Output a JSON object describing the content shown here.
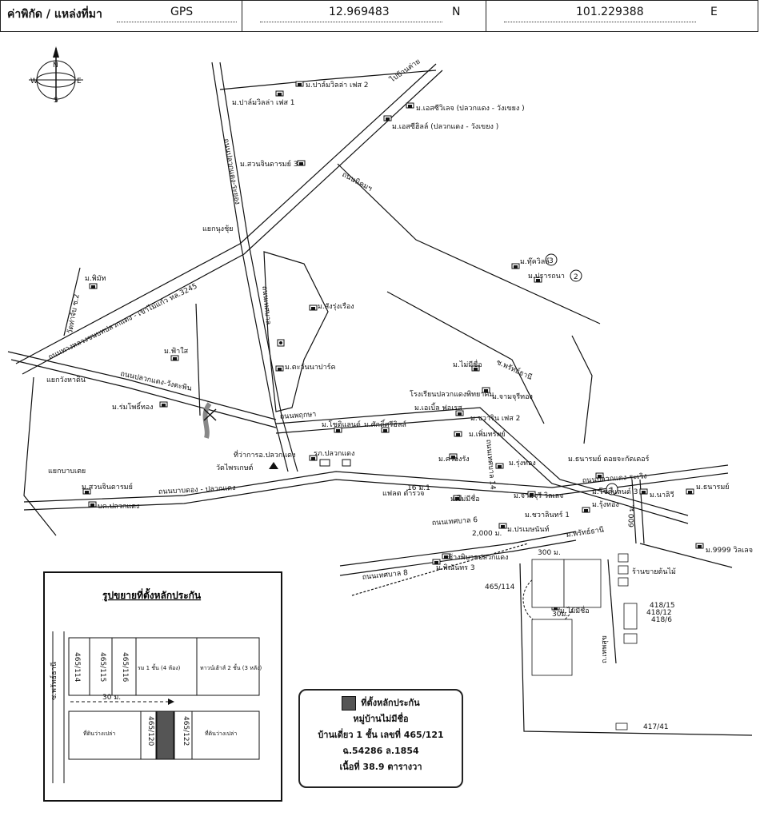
{
  "header": {
    "label": "ค่าพิกัด / แหล่งที่มา",
    "source": "GPS",
    "latitude": "12.969483",
    "lat_dir": "N",
    "longitude": "101.229388",
    "lon_dir": "E"
  },
  "compass": {
    "n": "N",
    "s": "S",
    "e": "E",
    "w": "W"
  },
  "roads": {
    "to_ban_khai": "ไปบ้านค่าย",
    "pluak_daeng_rayong": "ถนนปลวกแดง-ระยอง",
    "industrial_road": "ถนนนิคมฯ",
    "intersection_nong_khok": "แยกนุงชุ้ย",
    "main_hwy": "ถนนทางหลวงชนบทปลวกแดง - เขาไม้แก้ว ทล.3245",
    "wat_kai_cho": "วัดท่าจับ ช.2",
    "intersection_wang_sa": "แยกวังหาดิน",
    "pluak_daeng_nong_tabak": "ถนนปลวกแดง-วังตะพิน",
    "bang_phaeng_road": "ถนนเทศบาล",
    "baan_road": "ถนนบาบตอง - ปลวกแดง",
    "intersection_baan_toei": "แยกบาบเตย",
    "pkd_road": "ถนนพฤกษา",
    "rayong_road": "ถนนปลวกแดง-ระเวิง",
    "soi_thesaban6": "ถนนเทศบาล 6",
    "soi_thesaban8": "ถนนเทศบาล 8",
    "soi_14": "ถนนเทศบาล 14",
    "soi_16": "16 ม.1",
    "km2000": "2,000 ม.",
    "km300": "300 ม.",
    "km600": "600 ม.",
    "km30": "30ม.",
    "soi_phatthana": "ม.พรัทธ์ธานี",
    "soi_thepsuk": "ถ.เทพสุข",
    "wat_soi_side": "ซ.พรัทธ์ธานี"
  },
  "places": {
    "p1": "ม.ปาล์มวิลล่า เฟส 2",
    "p2": "ม.ปาล์มวิลล่า เฟส 1",
    "p3": "ม.เอสซีวิเลจ (ปลวกแดง - วังเขยง )",
    "p4": "ม.เอสซีฮิลล์ (ปลวกแดง - วังเขยง )",
    "p5": "ม.สวนจินดารมย์ 3",
    "p6": "ม.ทุ๊ควิลล์",
    "p7": "ม.ปรารถนา",
    "p8": "ม.พิมัท",
    "p9": "ม.สังรุ่งเรือง",
    "p10": "ม.ฟ้าใส",
    "p11": "ม.ตะวันนาปาร์ค",
    "p12": "ม.ไม่มีชื่อ",
    "p13": "ม.ร่มโพธิ์ทอง",
    "p14": "โรงเรียนปลวกแดงพิทยาคม",
    "p15": "ม.เอเบิ้ล ฟอเรส",
    "p16": "ม.จามจุรีทอง",
    "p17": "ม.ชวาริน เฟส 2",
    "p18": "ม.เพิ่มทรัพย์",
    "p19": "ม.โชติแลนด์",
    "p20": "ม.ศักดิ์ศรีฮิลล์",
    "p21": "ที่ว่าการอ.ปลวกแดง",
    "p22": "รภ.ปลวกแดง",
    "p23": "วัดไพรเกษต์",
    "p24": "ม.ครองรัง",
    "p25": "ม.รุ่งทอง",
    "p26": "ม.ธนารมย์ ดอยจะกัดเดอร์",
    "p27": "ม.สวนจินดารมย์",
    "p28": "บค.ปลวกแดง",
    "p29": "แฟลต ตำรวจ",
    "p30": "ม.ไม่มีชื่อ",
    "p31": "ม.ชวาลินทร์ 1",
    "p32": "ม.จามจุรี วิลเลจ",
    "p33": "ม.โชติแลนด์ 3",
    "p34": "ม.รุ้งทอง",
    "p35": "ม.นาลิวี",
    "p36": "ม.ธนารมย์",
    "p37": "ม.ปรเมษนันท์",
    "p38": "ช้างพิบาลปลวกแดง",
    "p39": "ม.พิณันทร 3",
    "p40": "ม.9999 วิลเลจ",
    "p41": "ร้านขายต้นไม้",
    "p42": "ม.ไม่มีชื่อ",
    "p43": "465/114",
    "p44": "418/15",
    "p45": "418/12",
    "p46": "418/6",
    "p47": "417/41",
    "num1": "1",
    "num2": "2",
    "num3": "3"
  },
  "inset": {
    "title": "รูปขยายที่ตั้งหลักประกัน",
    "plot_a": "465/114",
    "plot_b": "465/115",
    "plot_c": "465/116",
    "plot_d": "465/120",
    "plot_e": "465/122",
    "bldg_1": "รม 1 ชั้น (4 ห้อง)",
    "bldg_2": "ทาวน์เฮ้าส์ 2 ชั้น (3 หลัง)",
    "empty_1": "ที่ดินว่างเปล่า",
    "empty_2": "ที่ดินว่างเปล่า",
    "dist": "30 ม.",
    "soi": "ซ.พรัทธ์ธานี"
  },
  "legend": {
    "line1": "ที่ตั้งหลักประกัน",
    "line2": "หมู่บ้านไม่มีชื่อ",
    "line3": "บ้านเดี่ยว 1 ชั้น เลขที่ 465/121",
    "line4": "ฉ.54286 ล.1854",
    "line5": "เนื้อที่ 38.9 ตารางวา",
    "swatch_color": "#555555"
  }
}
